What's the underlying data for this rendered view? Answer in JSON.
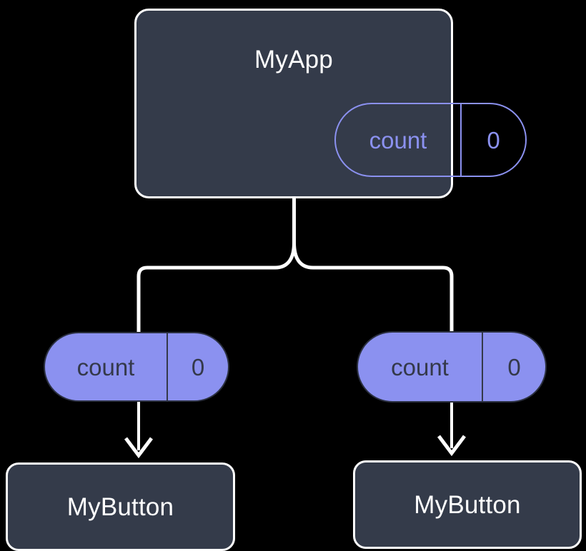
{
  "diagram": {
    "title": "MyApp component tree with count state",
    "background_color": "#000000",
    "palette": {
      "box_fill": "#343b4a",
      "box_border": "#ffffff",
      "state_purple": "#8b91f0",
      "state_text_dark": "#34394a",
      "edge_color": "#ffffff"
    }
  },
  "root": {
    "label": "MyApp",
    "state": {
      "key": "count",
      "value": "0"
    }
  },
  "children": [
    {
      "label": "MyButton",
      "state": {
        "key": "count",
        "value": "0"
      }
    },
    {
      "label": "MyButton",
      "state": {
        "key": "count",
        "value": "0"
      }
    }
  ],
  "edges": {
    "root_to_children": "branching-connector",
    "state_to_child": "down-arrow"
  }
}
